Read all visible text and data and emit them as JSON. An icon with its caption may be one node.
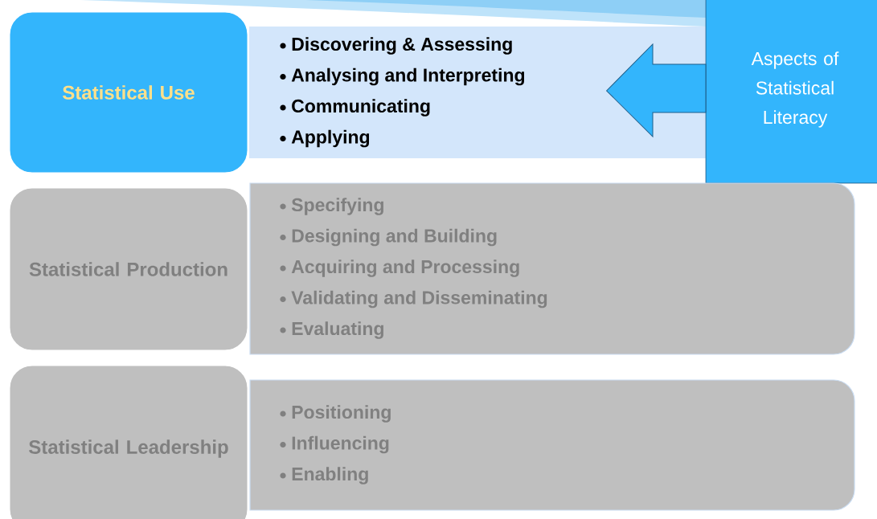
{
  "diagram": {
    "nodes": [
      {
        "text": [
          "Statistical Use"
        ]
      },
      {
        "text": [
          "Discovering & Assessing",
          "Analysing and Interpreting",
          "Communicating",
          "Applying"
        ]
      },
      {
        "text": [
          "Aspects of Statistical Literacy"
        ]
      },
      {
        "text": [
          "Statistical Production"
        ]
      },
      {
        "text": [
          "Specifying",
          "Designing and Building",
          "Acquiring and Processing",
          "Validating and Disseminating",
          "Evaluating"
        ]
      },
      {
        "text": [
          "Statistical Leadership"
        ]
      },
      {
        "text": [
          "Positioning",
          "Influencing",
          "Enabling"
        ]
      }
    ],
    "edges": [
      {
        "from": 2,
        "to": 1,
        "arrow": "to"
      }
    ]
  }
}
